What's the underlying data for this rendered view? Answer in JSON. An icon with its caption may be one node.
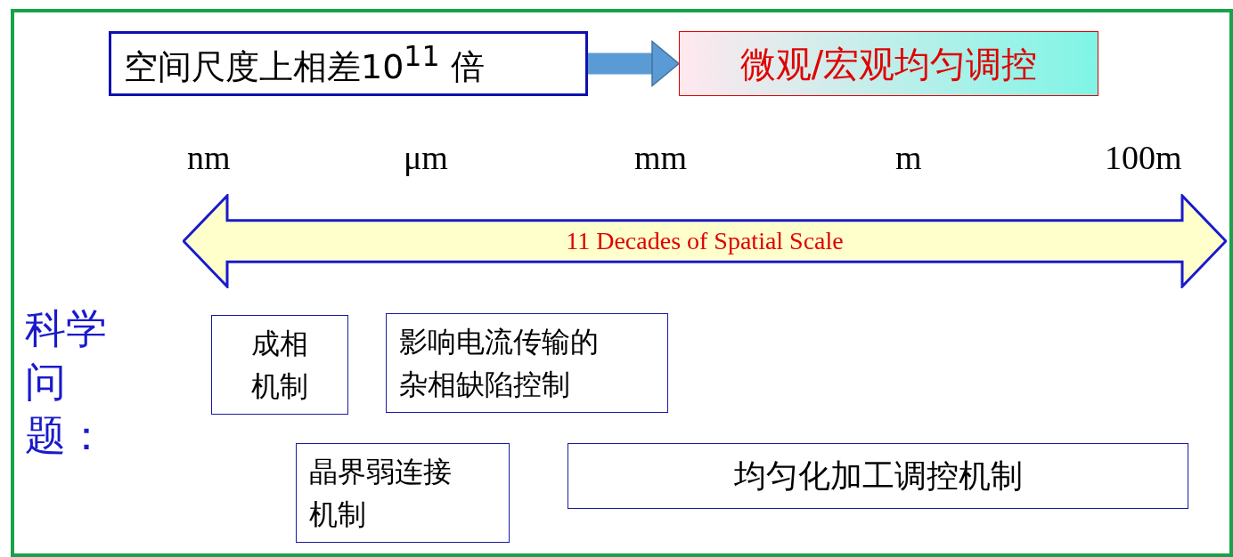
{
  "diagram": {
    "nodes": [
      {
        "text": [
          "空间尺度上相差10$^{11}$ 倍"
        ]
      },
      {
        "text": [
          "微观/宏观均匀调控"
        ]
      },
      {
        "text": [
          "11 Decades of Spatial Scale"
        ]
      },
      {
        "text": [
          "成相机制"
        ]
      },
      {
        "text": [
          "影响电流传输的杂相缺陷控制"
        ]
      },
      {
        "text": [
          "晶界弱连接机制"
        ]
      },
      {
        "text": [
          "均匀化加工调控机制"
        ]
      }
    ],
    "edges": [
      {
        "from": 0,
        "to": 1,
        "arrow": "to"
      }
    ],
    "labels": [
      "nm",
      "μm",
      "mm",
      "m",
      "100m",
      "科学问题："
    ]
  }
}
